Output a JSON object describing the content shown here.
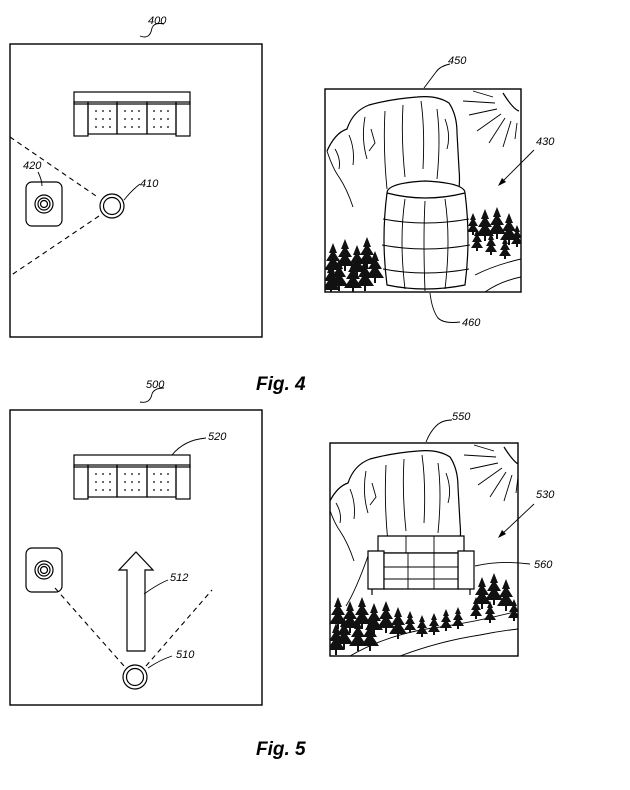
{
  "fig4": {
    "caption": "Fig. 4",
    "labels": {
      "room": "400",
      "user": "410",
      "device": "420",
      "view": "430",
      "display": "450",
      "virtual_object": "460"
    }
  },
  "fig5": {
    "caption": "Fig. 5",
    "labels": {
      "room": "500",
      "user": "510",
      "direction": "512",
      "sofa": "520",
      "view": "530",
      "display": "550",
      "virtual_object": "560"
    }
  }
}
